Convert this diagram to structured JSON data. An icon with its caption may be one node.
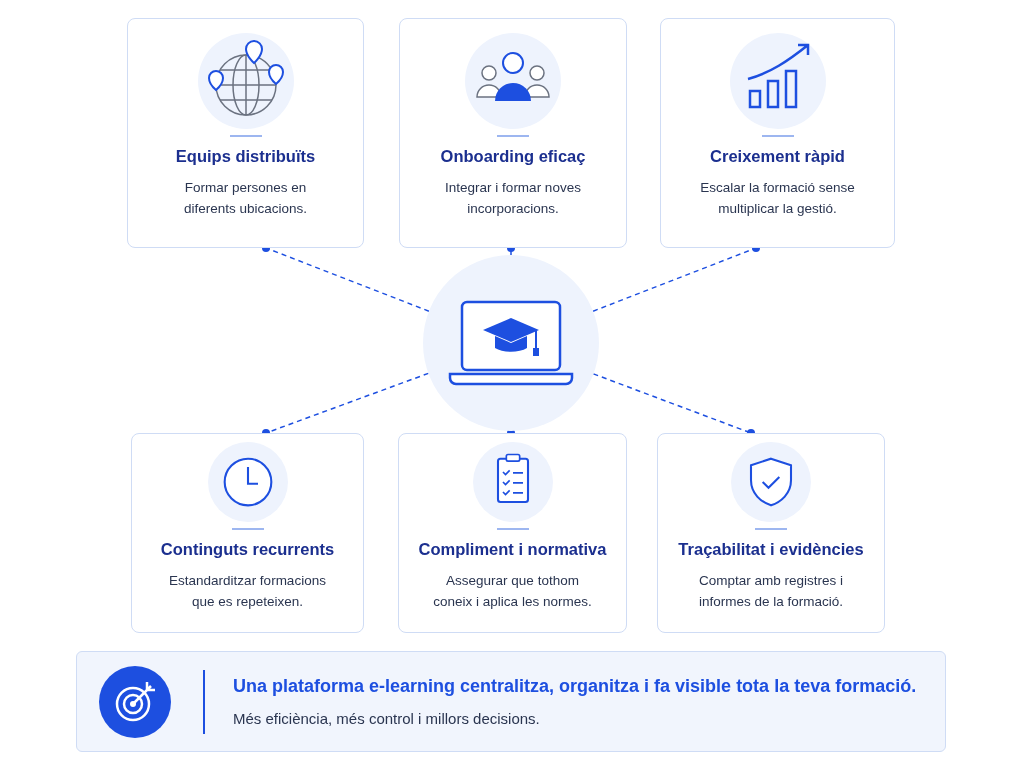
{
  "diagram": {
    "nodes": [
      {
        "text": [],
        "shape": "circle"
      },
      {
        "text": [
          "Equips distribuïts",
          "Formar persones en diferents ubicacions."
        ]
      },
      {
        "text": [
          "Onboarding eficaç",
          "Integrar i formar noves incorporacions."
        ]
      },
      {
        "text": [
          "Creixement ràpid",
          "Escalar la formació sense multiplicar la gestió."
        ]
      },
      {
        "text": [
          "Continguts recurrents",
          "Estandarditzar formacions que es repeteixen."
        ]
      },
      {
        "text": [
          "Compliment i normativa",
          "Assegurar que tothom coneix i aplica les normes."
        ]
      },
      {
        "text": [
          "Traçabilitat i evidències",
          "Comptar amb registres i informes de la formació."
        ]
      },
      {
        "text": [
          "Una plataforma e-learning centralitza, organitza i fa visible tota la teva formació.",
          "Més eficiència, més control i millors decisions."
        ]
      }
    ],
    "edges": [
      {
        "from": 0,
        "to": 1,
        "arrow": "other",
        "style": "dashed"
      },
      {
        "from": 0,
        "to": 2,
        "arrow": "other",
        "style": "dashed"
      },
      {
        "from": 0,
        "to": 3,
        "arrow": "other",
        "style": "dashed"
      },
      {
        "from": 0,
        "to": 4,
        "arrow": "other",
        "style": "dashed"
      },
      {
        "from": 0,
        "to": 5,
        "arrow": "other",
        "style": "dashed"
      },
      {
        "from": 0,
        "to": 6,
        "arrow": "other",
        "style": "dashed"
      }
    ]
  }
}
